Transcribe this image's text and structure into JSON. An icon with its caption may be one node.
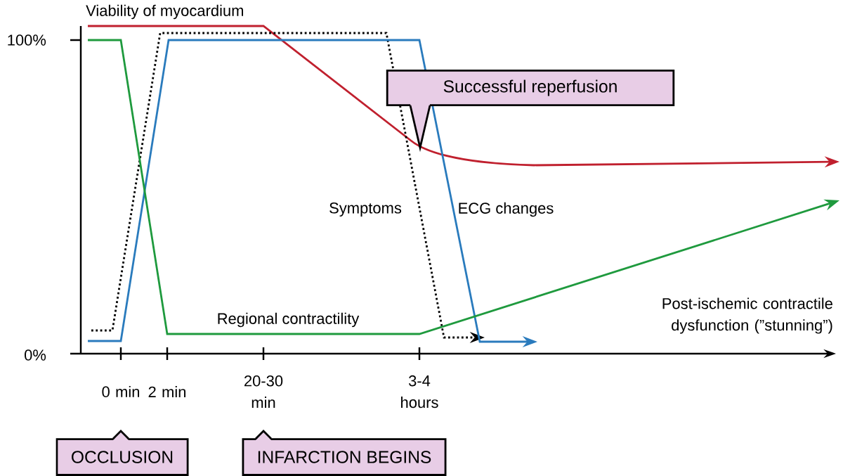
{
  "diagram": {
    "nodes": [
      {
        "text": [
          "Successful reperfusion"
        ]
      },
      {
        "text": [
          "OCCLUSION"
        ]
      },
      {
        "text": [
          "INFARCTION BEGINS"
        ]
      }
    ],
    "labels": [
      "Viability of myocardium",
      "100%",
      "Symptoms",
      "ECG changes",
      "Post-ischemic contractile dysfunction (”stunning”)",
      "Regional contractility",
      "0%",
      "0 min",
      "2 min",
      "20-30 min",
      "3-4 hours"
    ]
  }
}
